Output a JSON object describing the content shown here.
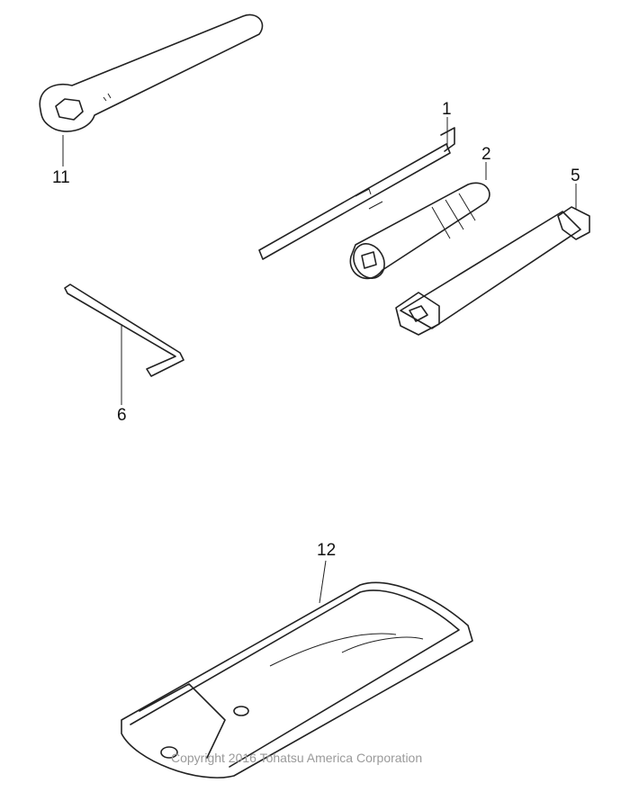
{
  "parts": [
    {
      "number": "11",
      "name": "box-wrench"
    },
    {
      "number": "1",
      "name": "screwdriver"
    },
    {
      "number": "2",
      "name": "screwdriver-grip"
    },
    {
      "number": "5",
      "name": "socket-wrench"
    },
    {
      "number": "6",
      "name": "hex-key"
    },
    {
      "number": "12",
      "name": "tool-bag"
    }
  ],
  "copyright": "Copyright 2016 Tohatsu America Corporation"
}
